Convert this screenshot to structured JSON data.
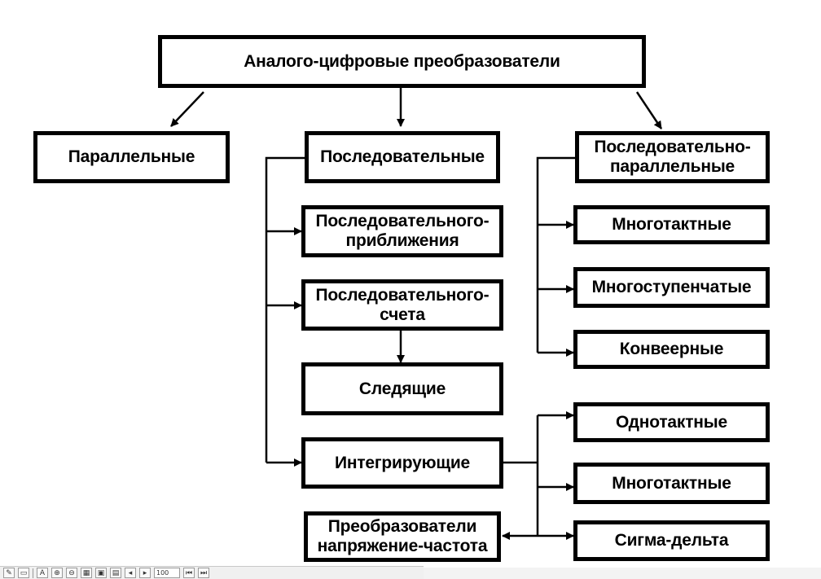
{
  "diagram": {
    "root": "Аналого-цифровые преобразователи",
    "parallel": "Параллельные",
    "sequential": {
      "label": "Последовательные",
      "successive_approx": [
        "Последовательного-",
        "приближения"
      ],
      "counting": [
        "Последовательного-",
        "счета"
      ],
      "tracking": "Следящие",
      "integrating": "Интегрирующие"
    },
    "series_parallel": {
      "label": [
        "Последовательно-",
        "параллельные"
      ],
      "multi_cycle": "Многотактные",
      "multi_stage": "Многоступенчатые",
      "pipeline": "Конвеерные"
    },
    "integrating_types": {
      "single_cycle": "Однотактные",
      "multi_cycle": "Многотактные",
      "sigma_delta": "Сигма-дельта"
    },
    "vfc": [
      "Преобразователи",
      "напряжение-частота"
    ]
  },
  "toolbar": {
    "zoom_value": "100",
    "icons": [
      "tool-icon",
      "page-icon",
      "text-icon",
      "zoom-in-icon",
      "zoom-out-icon",
      "fit-icon",
      "save-icon",
      "print-icon",
      "prev-icon",
      "next-icon",
      "first-icon",
      "last-icon"
    ]
  }
}
